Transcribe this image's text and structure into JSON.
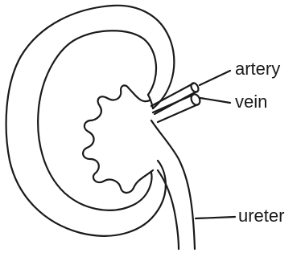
{
  "labels": {
    "artery": "artery",
    "vein": "vein",
    "ureter": "ureter"
  },
  "colors": {
    "line": "#1a1a1a",
    "background": "#ffffff"
  }
}
